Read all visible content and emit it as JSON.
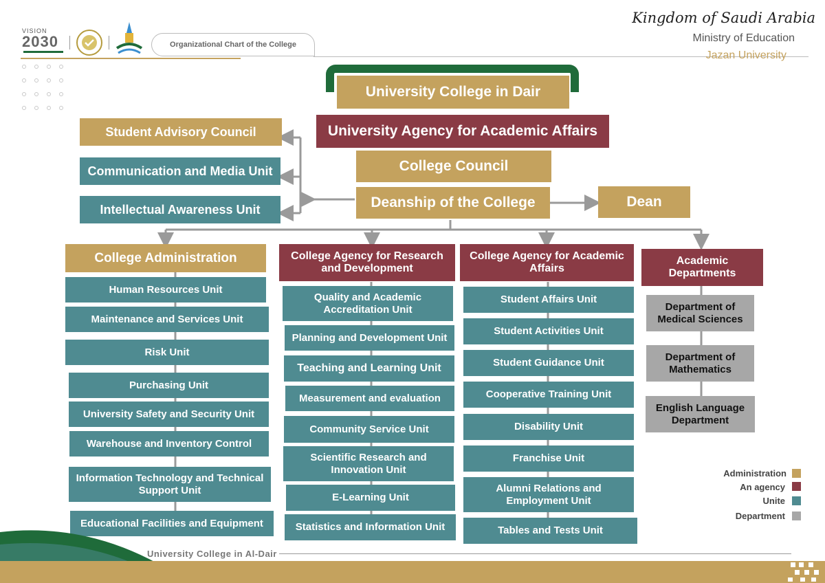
{
  "header": {
    "vision_text": "VISION",
    "vision_year": "2030",
    "chart_tab": "Organizational Chart of the College",
    "kingdom": "Kingdom of Saudi Arabia",
    "ministry": "Ministry of Education",
    "university": "Jazan University"
  },
  "top": {
    "college": "University College in Dair",
    "agency": "University Agency for Academic Affairs",
    "council": "College Council",
    "deanship": "Deanship of the College",
    "dean": "Dean"
  },
  "left_units": [
    "Student Advisory Council",
    "Communication and Media Unit",
    "Intellectual Awareness Unit"
  ],
  "columns": {
    "administration": {
      "title": "College Administration",
      "units": [
        "Human Resources Unit",
        "Maintenance and Services Unit",
        "Risk Unit",
        "Purchasing Unit",
        "University Safety and Security Unit",
        "Warehouse and Inventory Control",
        "Information Technology and Technical Support Unit",
        "Educational Facilities and Equipment"
      ]
    },
    "research": {
      "title": "College Agency for Research and Development",
      "units": [
        "Quality and Academic Accreditation Unit",
        "Planning and Development Unit",
        "Teaching and Learning Unit",
        "Measurement and evaluation",
        "Community Service Unit",
        "Scientific Research and Innovation Unit",
        "E-Learning Unit",
        "Statistics and Information Unit"
      ]
    },
    "academic": {
      "title": "College Agency for Academic Affairs",
      "units": [
        "Student Affairs Unit",
        "Student Activities Unit",
        "Student Guidance Unit",
        "Cooperative Training Unit",
        "Disability Unit",
        "Franchise Unit",
        "Alumni Relations and Employment Unit",
        "Tables and Tests Unit"
      ]
    },
    "departments": {
      "title": "Academic Departments",
      "units": [
        "Department of Medical Sciences",
        "Department of Mathematics",
        "English Language Department"
      ]
    }
  },
  "legend": [
    {
      "label": "Administration",
      "color": "#c4a25e"
    },
    {
      "label": "An agency",
      "color": "#8a3b45"
    },
    {
      "label": "Unite",
      "color": "#4f8b91"
    },
    {
      "label": "Department",
      "color": "#a7a7a7"
    }
  ],
  "footer": "University College in Al-Dair",
  "colors": {
    "gold": "#c4a25e",
    "maroon": "#8a3b45",
    "teal": "#4f8b91",
    "gray": "#a7a7a7",
    "green": "#1f6b3a"
  }
}
